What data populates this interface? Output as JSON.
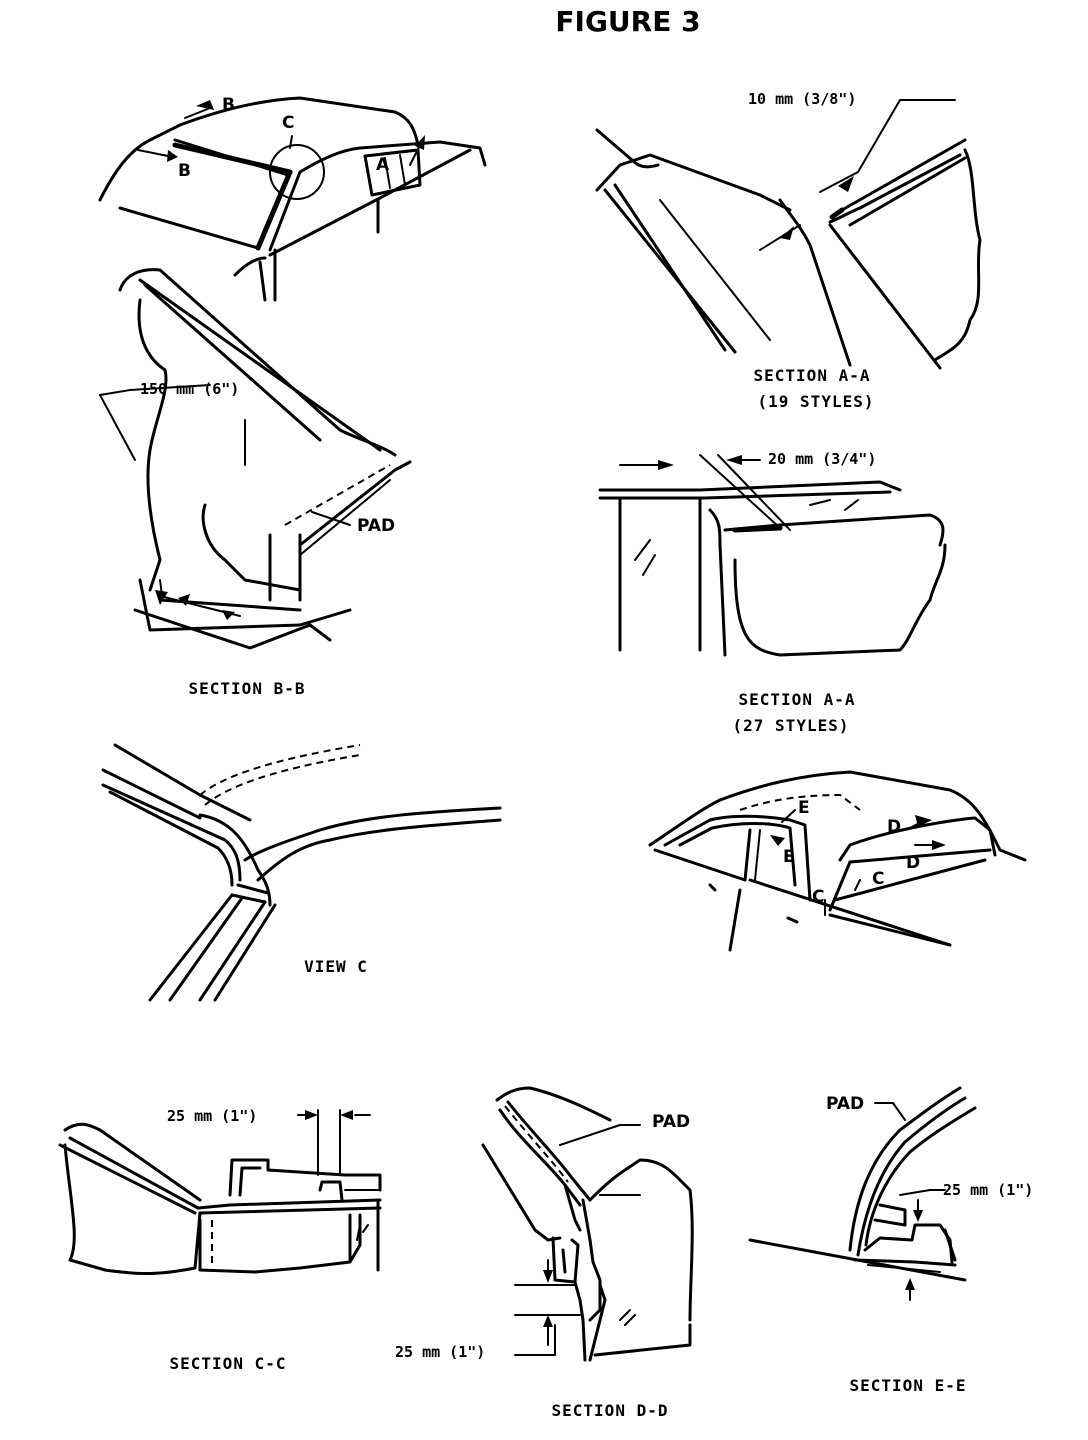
{
  "figure": {
    "title": "FIGURE 3"
  },
  "views": {
    "top_left_car": {
      "labels": [
        "B",
        "B",
        "C",
        "A"
      ]
    },
    "section_aa_19": {
      "dimension": "10 mm (3/8\")",
      "caption_line1": "SECTION A-A",
      "caption_line2": "(19 STYLES)"
    },
    "section_bb": {
      "dimension": "150 mm (6\")",
      "pad_label": "PAD",
      "caption": "SECTION B-B"
    },
    "section_aa_27": {
      "dimension": "20 mm (3/4\")",
      "caption_line1": "SECTION A-A",
      "caption_line2": "(27 STYLES)"
    },
    "view_c": {
      "caption": "VIEW C"
    },
    "rear_car": {
      "labels": [
        "E",
        "E",
        "D",
        "D",
        "C",
        "C"
      ]
    },
    "section_cc": {
      "dimension": "25 mm (1\")",
      "caption": "SECTION C-C"
    },
    "section_dd": {
      "dimension": "25 mm (1\")",
      "pad_label": "PAD",
      "caption": "SECTION D-D"
    },
    "section_ee": {
      "dimension": "25 mm (1\")",
      "pad_label": "PAD",
      "caption": "SECTION E-E"
    }
  }
}
